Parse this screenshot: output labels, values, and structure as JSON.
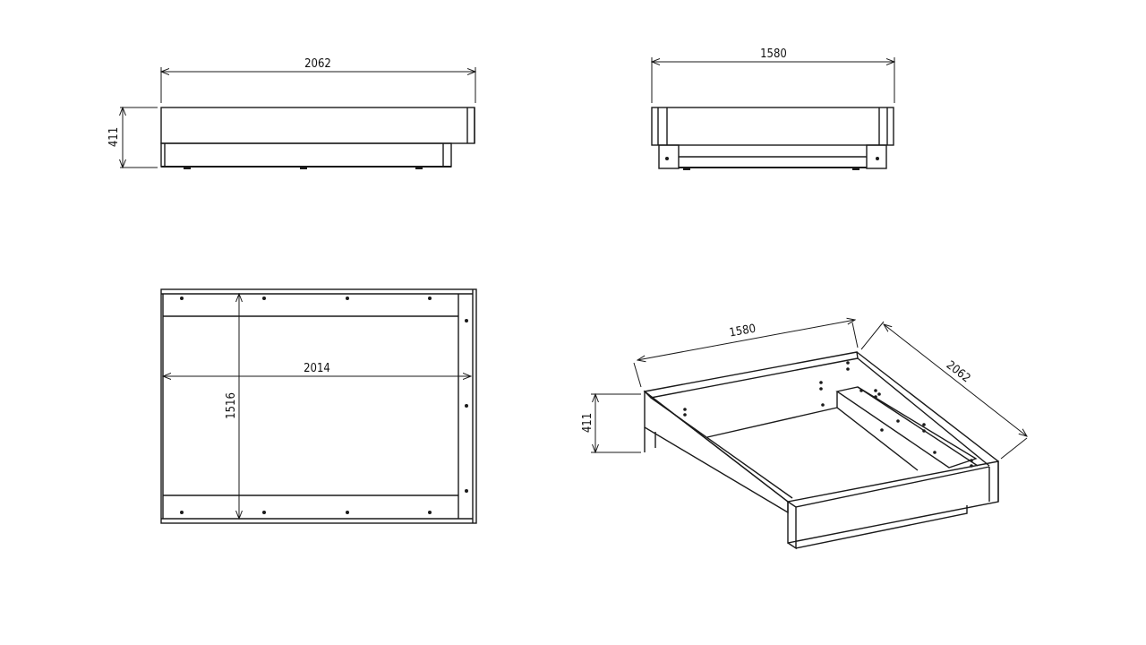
{
  "views": {
    "side": {
      "length": "2062",
      "height": "411"
    },
    "front": {
      "width": "1580"
    },
    "top": {
      "inner_length": "2014",
      "inner_width": "1516"
    },
    "iso": {
      "width": "1580",
      "length": "2062",
      "height": "411"
    }
  },
  "colors": {
    "line": "#1a1a1a",
    "background": "#ffffff"
  }
}
